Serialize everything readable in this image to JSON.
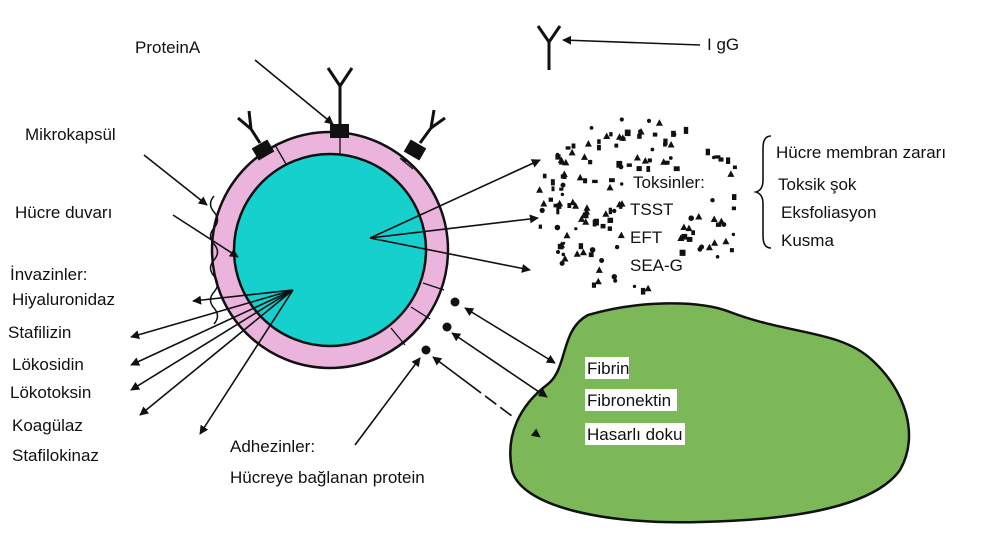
{
  "colors": {
    "cell_wall": "#eab4dd",
    "cytoplasm": "#15d0cc",
    "tissue": "#7cb857",
    "stroke": "#111111"
  },
  "labels": {
    "protein_a": "ProteinA",
    "igg": "I gG",
    "mikrokapsul": "Mikrokapsül",
    "hucre_duvari": "Hücre duvarı",
    "invazinler": "İnvazinler:",
    "hyaluronidaz": "Hiyaluronidaz",
    "stafilizin": "Stafilizin",
    "lokosidin": "Lökosidin",
    "lokotoksin": "Lökotoksin",
    "koagulaz": "Koagülaz",
    "stafilokinaz": "Stafilokinaz",
    "adhezinler": "Adhezinler:",
    "hucreye_baglanan": "Hücreye bağlanan protein",
    "toksinler": "Toksinler:",
    "tsst": "TSST",
    "eft": "EFT",
    "sea_g": "SEA-G",
    "membran_zarari": "Hücre membran zararı",
    "toksik_sok": "Toksik şok",
    "eksfoliasyon": "Eksfoliasyon",
    "kusma": "Kusma",
    "fibrin": "Fibrin",
    "fibronektin": "Fibronektin",
    "hasarli_doku": "Hasarlı doku"
  }
}
